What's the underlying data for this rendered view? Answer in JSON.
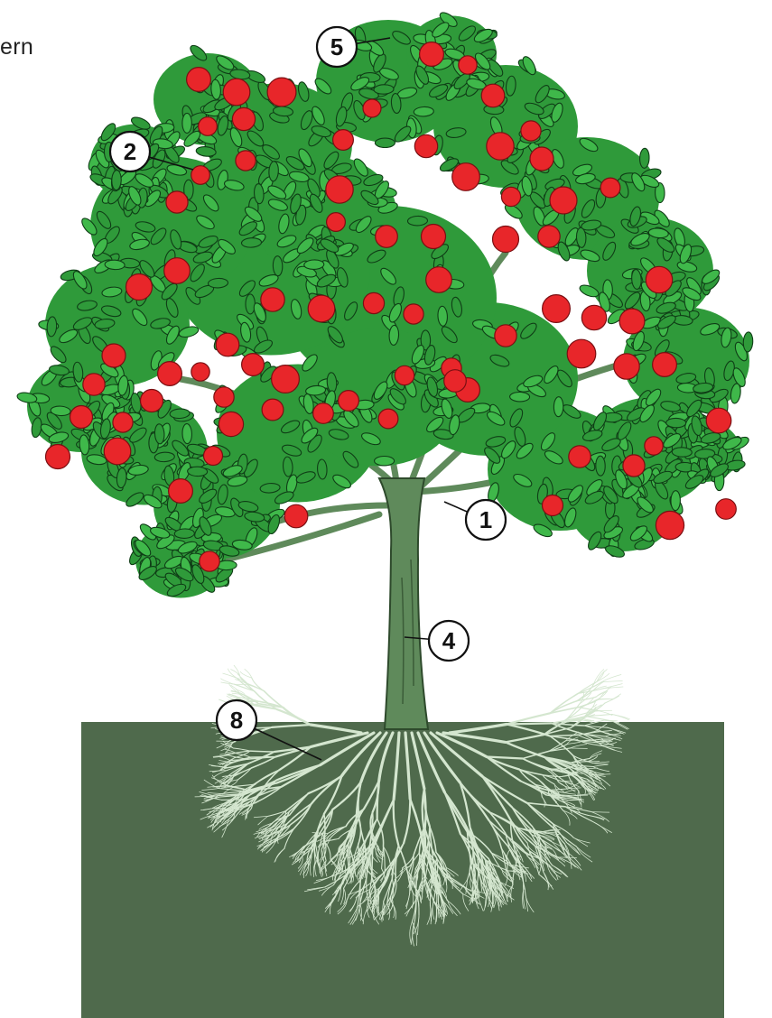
{
  "corner_text": "ern",
  "markers": [
    {
      "id": "trunk-junction",
      "label": "1"
    },
    {
      "id": "fruit",
      "label": "2"
    },
    {
      "id": "trunk",
      "label": "4"
    },
    {
      "id": "top-leaves",
      "label": "5"
    },
    {
      "id": "roots",
      "label": "8"
    }
  ],
  "colors": {
    "leaf": "#2f9a3a",
    "leaf_light": "#3fb84a",
    "leaf_dark": "#0f3d16",
    "fruit": "#e8262a",
    "trunk": "#5f8a5b",
    "soil": "#4f6a4c",
    "root": "#d4e6cf"
  }
}
